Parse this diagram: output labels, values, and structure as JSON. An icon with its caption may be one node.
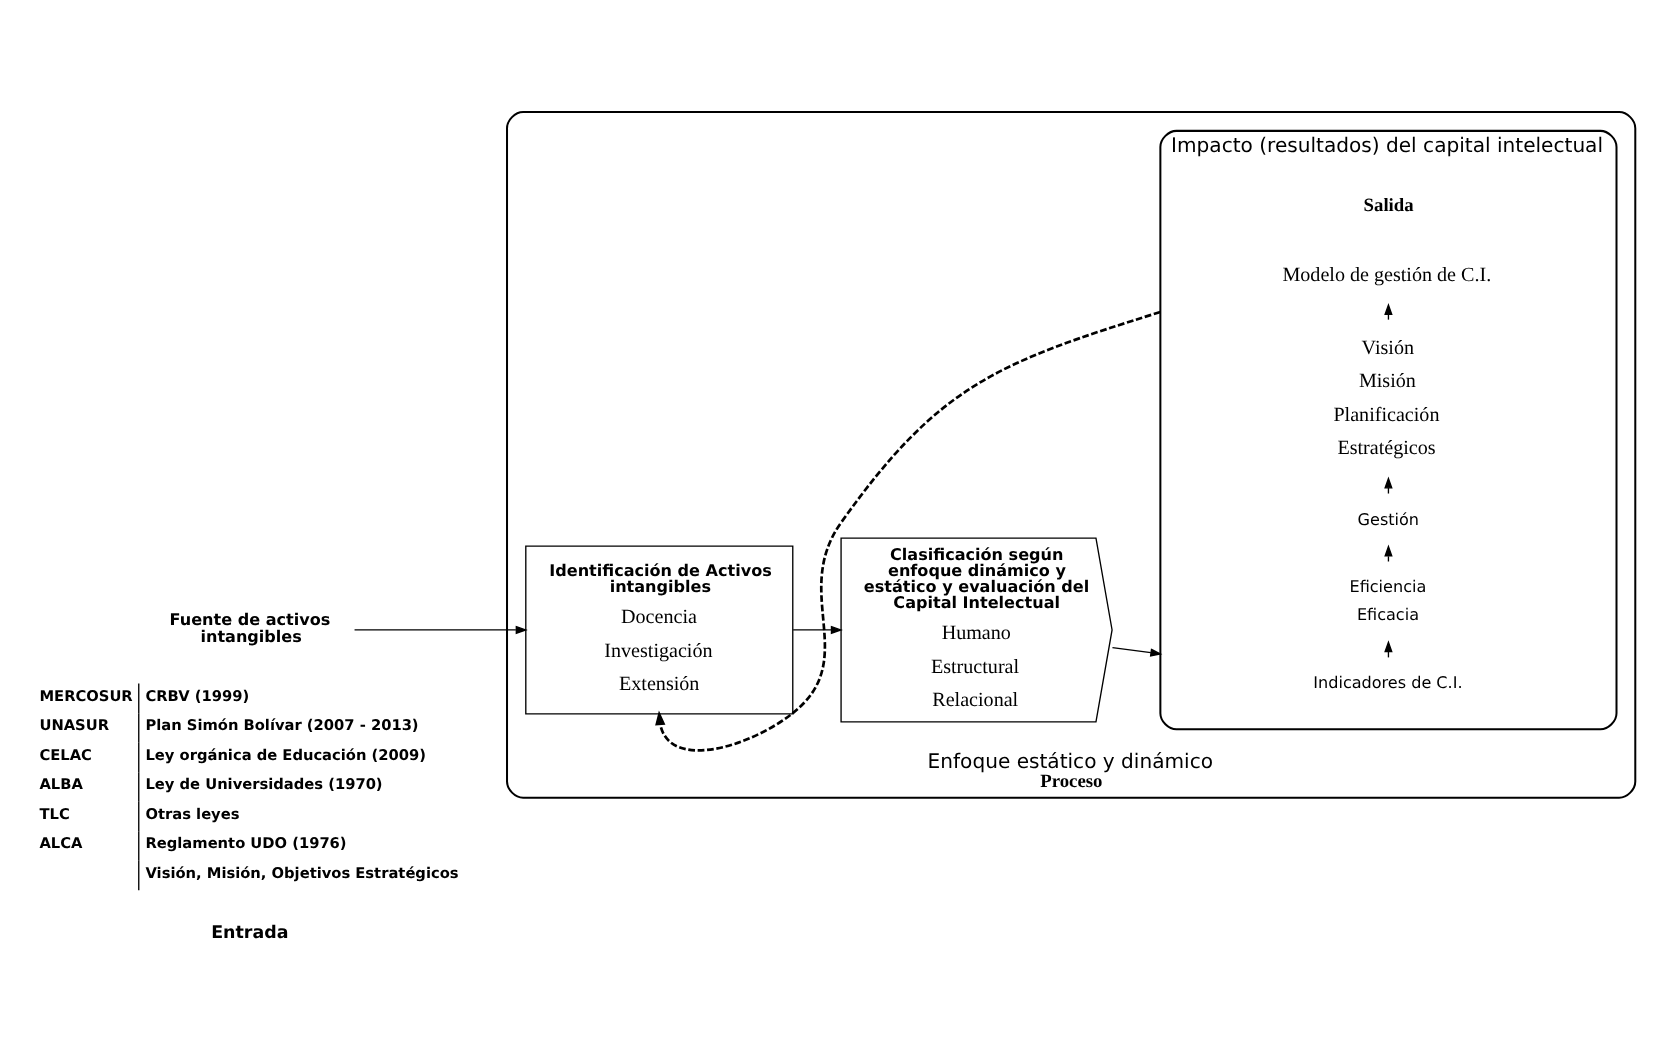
{
  "diagram": {
    "nodes": [
      {
        "text": [
          "Fuente de activos intangibles"
        ]
      },
      {
        "text": [
          "Enfoque estático y dinámico",
          "Proceso"
        ]
      },
      {
        "text": [
          "Identificación de Activos intangibles",
          "Docencia",
          "Investigación",
          "Extensión"
        ],
        "in": 1
      },
      {
        "text": [
          "Clasificación según enfoque dinámico y estático y evaluación del Capital Intelectual",
          "Humano",
          "Estructural",
          "Relacional"
        ],
        "in": 1
      },
      {
        "text": [
          "Impacto (resultados) del capital intelectual"
        ],
        "beside": [
          "Salida"
        ],
        "in": 1
      },
      {
        "text": [
          "Indicadores de C.I."
        ],
        "in": 4
      },
      {
        "text": [
          "Eficiencia",
          "Eficacia"
        ],
        "in": 4
      },
      {
        "text": [
          "Gestión"
        ],
        "in": 4
      },
      {
        "text": [
          "Visión",
          "Misión",
          "Planificación",
          "Estratégicos"
        ],
        "in": 4
      },
      {
        "text": [
          "Modelo de gestión de C.I."
        ],
        "in": 4
      }
    ],
    "edges": [
      {
        "from": 0,
        "to": 2,
        "arrow": "to"
      },
      {
        "from": 2,
        "to": 3,
        "arrow": "to"
      },
      {
        "from": 3,
        "to": 4,
        "arrow": "to"
      },
      {
        "from": 5,
        "to": 6,
        "arrow": "to"
      },
      {
        "from": 6,
        "to": 7,
        "arrow": "to"
      },
      {
        "from": 7,
        "to": 8,
        "arrow": "to"
      },
      {
        "from": 8,
        "to": 9,
        "arrow": "to"
      },
      {
        "from": 4,
        "to": 2,
        "arrow": "to",
        "style": "dashed"
      }
    ],
    "labels": [
      "MERCOSUR",
      "CRBV (1999)",
      "UNASUR",
      "Plan Simón Bolívar (2007 - 2013)",
      "CELAC",
      "Ley orgánica de Educación (2009)",
      "ALBA",
      "Ley de Universidades (1970)",
      "TLC",
      "Otras leyes",
      "ALCA",
      "Reglamento UDO (1976)",
      "Visión, Misión, Objetivos Estratégicos",
      "Entrada"
    ]
  }
}
